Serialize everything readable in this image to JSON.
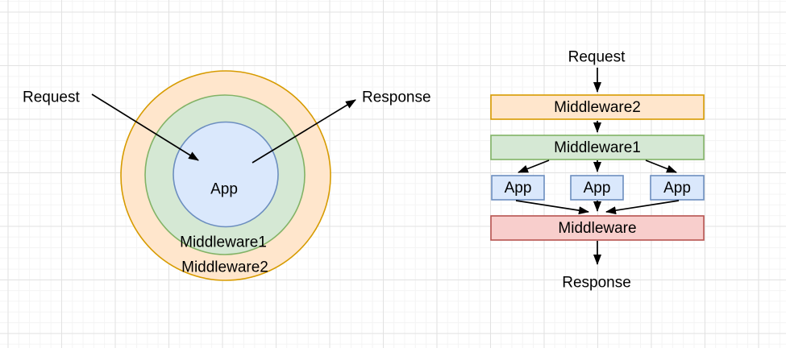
{
  "canvas": {
    "background": "#ffffff",
    "grid_minor_color": "#f4f4f4",
    "grid_major_color": "#e2e2e2"
  },
  "colors": {
    "orange_fill": "#ffe6cc",
    "orange_stroke": "#d79b00",
    "green_fill": "#d5e8d4",
    "green_stroke": "#82b366",
    "blue_fill": "#dae8fc",
    "blue_stroke": "#6c8ebf",
    "red_fill": "#f8cecc",
    "red_stroke": "#b85450",
    "arrow_color": "#000000",
    "text_color": "#000000"
  },
  "left_diagram": {
    "request_label": "Request",
    "response_label": "Response",
    "center_label": "App",
    "inner_ring_label": "Middleware1",
    "outer_ring_label": "Middleware2"
  },
  "right_diagram": {
    "request_label": "Request",
    "middleware2_label": "Middleware2",
    "middleware1_label": "Middleware1",
    "app_labels": [
      "App",
      "App",
      "App"
    ],
    "middleware_label": "Middleware",
    "response_label": "Response"
  }
}
